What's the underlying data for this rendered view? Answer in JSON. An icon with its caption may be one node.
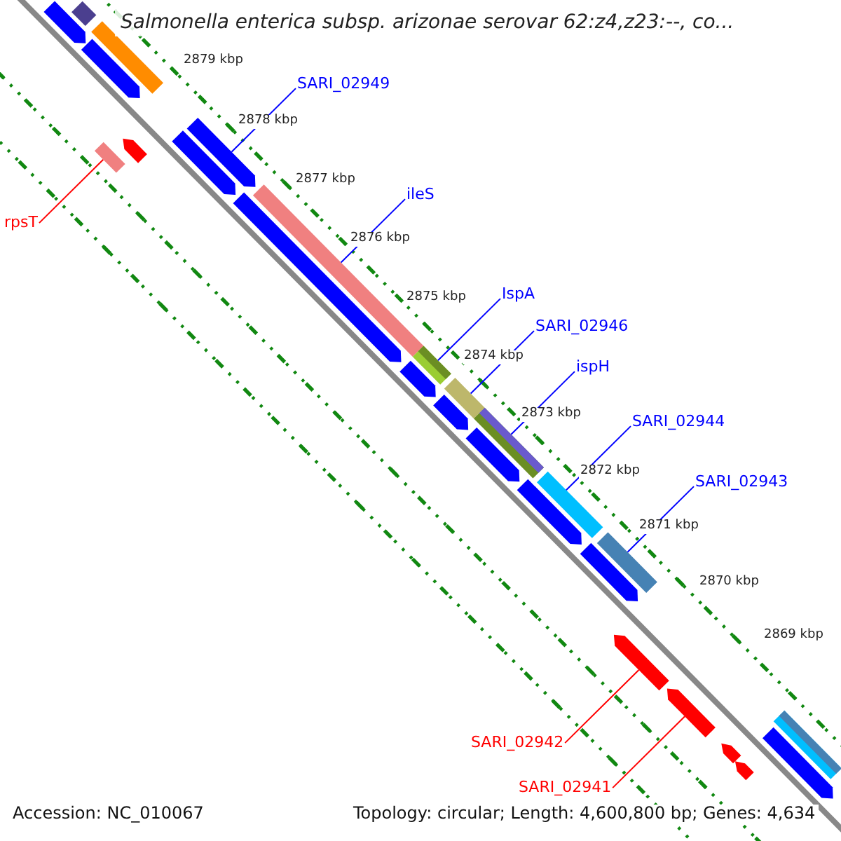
{
  "diagram": {
    "title": "Salmonella enterica subsp. arizonae serovar 62:z4,z23:--, co...",
    "nodes": [
      {
        "text": [
          "SARI_02949"
        ]
      },
      {
        "text": [
          "ileS"
        ]
      },
      {
        "text": [
          "rpsT"
        ]
      },
      {
        "text": [
          "IspA"
        ]
      },
      {
        "text": [
          "SARI_02946"
        ]
      },
      {
        "text": [
          "ispH"
        ]
      },
      {
        "text": [
          "SARI_02944"
        ]
      },
      {
        "text": [
          "SARI_02943"
        ]
      },
      {
        "text": [
          "SARI_02942"
        ]
      },
      {
        "text": [
          "SARI_02941"
        ]
      },
      {
        "text": [],
        "shape": "bar"
      },
      {
        "text": [],
        "shape": "bar"
      },
      {
        "text": [],
        "shape": "bar"
      },
      {
        "text": [],
        "shape": "bar"
      },
      {
        "text": [],
        "shape": "bar"
      },
      {
        "text": [],
        "shape": "bar"
      },
      {
        "text": [],
        "shape": "bar"
      },
      {
        "text": [],
        "shape": "bar"
      },
      {
        "text": [],
        "shape": "bar"
      },
      {
        "text": [],
        "shape": "bar"
      },
      {
        "text": [],
        "shape": "bar"
      },
      {
        "text": [],
        "shape": "bar"
      },
      {
        "text": [],
        "shape": "bar"
      },
      {
        "text": [],
        "shape": "bar"
      },
      {
        "text": [],
        "shape": "bar"
      },
      {
        "text": [],
        "shape": "bar"
      },
      {
        "text": [],
        "shape": "bar"
      },
      {
        "text": [],
        "shape": "bar"
      },
      {
        "text": [],
        "shape": "bar"
      },
      {
        "text": [],
        "shape": "bar"
      },
      {
        "text": [],
        "shape": "bar"
      },
      {
        "text": [],
        "shape": "bar"
      },
      {
        "text": [],
        "shape": "bar"
      },
      {
        "text": [],
        "shape": "bar"
      },
      {
        "text": [],
        "shape": "bar"
      },
      {
        "text": [],
        "shape": "bar"
      }
    ],
    "edges": [
      {
        "from": 0,
        "to": 17,
        "arrow": "none"
      },
      {
        "from": 1,
        "to": 19,
        "arrow": "none"
      },
      {
        "from": 2,
        "to": 14,
        "arrow": "none",
        "color": "#ff0000"
      },
      {
        "from": 3,
        "to": 20,
        "arrow": "none"
      },
      {
        "from": 4,
        "to": 22,
        "arrow": "none"
      },
      {
        "from": 5,
        "to": 24,
        "arrow": "none"
      },
      {
        "from": 6,
        "to": 27,
        "arrow": "none"
      },
      {
        "from": 7,
        "to": 29,
        "arrow": "none"
      },
      {
        "from": 8,
        "to": 30,
        "arrow": "none",
        "color": "#ff0000"
      },
      {
        "from": 9,
        "to": 31,
        "arrow": "none",
        "color": "#ff0000"
      }
    ],
    "labels": [
      "2879 kbp",
      "2878 kbp",
      "2877 kbp",
      "2876 kbp",
      "2875 kbp",
      "2874 kbp",
      "2873 kbp",
      "2872 kbp",
      "2871 kbp",
      "2870 kbp",
      "2869 kbp",
      "Accession: NC_010067",
      "Topology: circular; Length: 4,600,800 bp; Genes: 4,634"
    ]
  }
}
